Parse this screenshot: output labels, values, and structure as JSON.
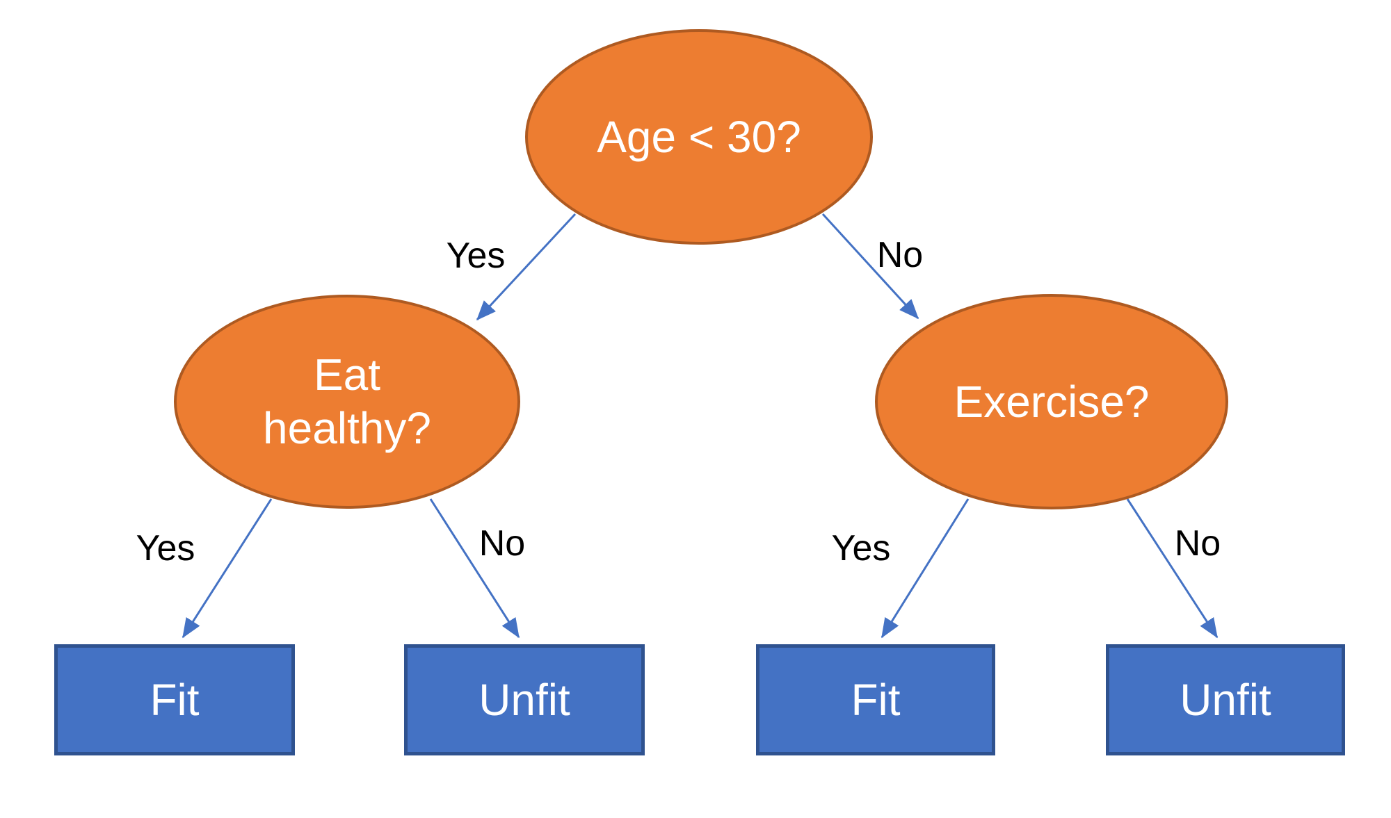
{
  "diagram": {
    "type": "decision-tree",
    "background": "#FFFFFF",
    "colors": {
      "decision_fill": "#ED7D31",
      "decision_border": "#AE5A21",
      "decision_text": "#FFFFFF",
      "outcome_fill": "#4472C4",
      "outcome_border": "#2F528F",
      "outcome_text": "#FFFFFF",
      "arrow": "#4472C4",
      "edge_label_text": "#000000"
    },
    "root": {
      "label": "Age < 30?"
    },
    "branches": {
      "left": {
        "edge_label": "Yes",
        "node_label": "Eat healthy?",
        "children": [
          {
            "edge_label": "Yes",
            "outcome": "Fit"
          },
          {
            "edge_label": "No",
            "outcome": "Unfit"
          }
        ]
      },
      "right": {
        "edge_label": "No",
        "node_label": "Exercise?",
        "children": [
          {
            "edge_label": "Yes",
            "outcome": "Fit"
          },
          {
            "edge_label": "No",
            "outcome": "Unfit"
          }
        ]
      }
    }
  }
}
